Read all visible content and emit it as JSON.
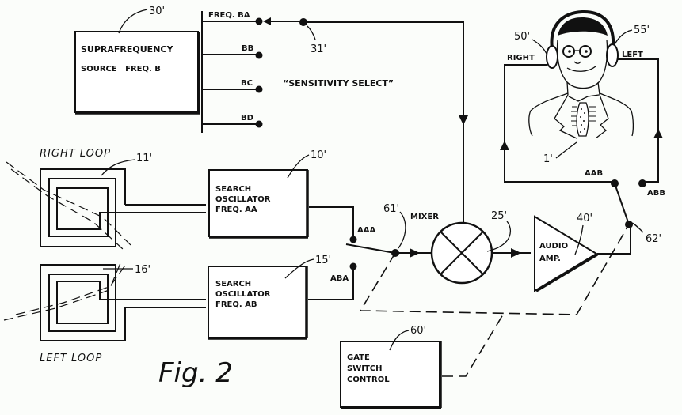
{
  "figure": {
    "caption": "Fig. 2",
    "background": "#fbfdfa",
    "ink": "#111111"
  },
  "blocks": {
    "suprafrequency": {
      "ref": "30'",
      "line1": "SUPRAFREQUENCY",
      "line2": "SOURCE   FREQ. B"
    },
    "osc_aa": {
      "ref": "10'",
      "line1": "SEARCH",
      "line2": "OSCILLATOR",
      "line3": "FREQ. AA"
    },
    "osc_ab": {
      "ref": "15'",
      "line1": "SEARCH",
      "line2": "OSCILLATOR",
      "line3": "FREQ. AB"
    },
    "mixer": {
      "ref": "25'",
      "label": "MIXER"
    },
    "audio_amp": {
      "ref": "40'",
      "line1": "AUDIO",
      "line2": "AMP."
    },
    "gate": {
      "ref": "60'",
      "line1": "GATE",
      "line2": "SWITCH",
      "line3": "CONTROL"
    }
  },
  "taps": {
    "freq_ba": "FREQ. BA",
    "bb": "BB",
    "bc": "BC",
    "bd": "BD",
    "selector_ref": "31'",
    "sensitivity": "“SENSITIVITY SELECT”"
  },
  "loops": {
    "right": {
      "label": "RIGHT LOOP",
      "ref": "11'"
    },
    "left": {
      "label": "LEFT LOOP",
      "ref": "16'"
    }
  },
  "switches": {
    "input": {
      "ref": "61'",
      "aaa": "AAA",
      "aba": "ABA"
    },
    "output": {
      "ref": "62'",
      "aab": "AAB",
      "abb": "ABB"
    }
  },
  "listener": {
    "ref": "1'",
    "right_ear": {
      "ref": "50'",
      "label": "RIGHT"
    },
    "left_ear": {
      "ref": "55'",
      "label": "LEFT"
    }
  }
}
